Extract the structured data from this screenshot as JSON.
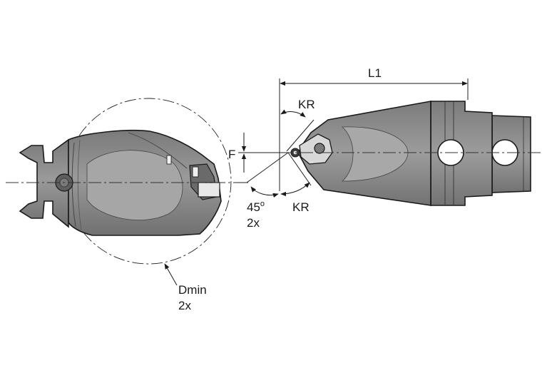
{
  "labels": {
    "l1": "L1",
    "kr_top": "KR",
    "kr_bottom": "KR",
    "f": "F",
    "angle_value": "45",
    "angle_degree": "o",
    "angle_count": "2x",
    "dmin": "Dmin",
    "dmin_count": "2x"
  },
  "colors": {
    "body_fill": "#8c8c8c",
    "body_dark": "#5e5e5e",
    "body_light": "#a8a8a8",
    "line": "#1a1a1a"
  }
}
